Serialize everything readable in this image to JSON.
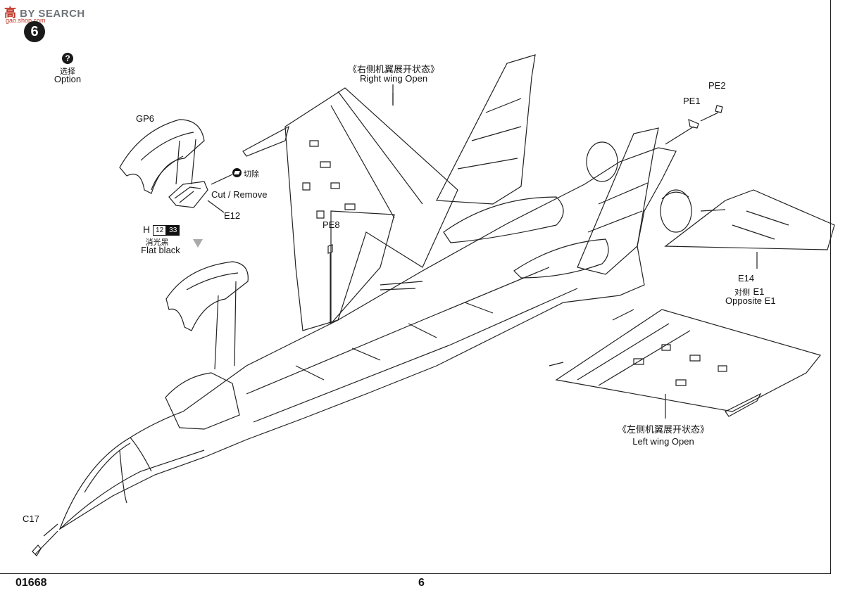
{
  "watermark": {
    "cn": "高",
    "text": "BY SEARCH",
    "sub": "gao.shop.com"
  },
  "step_number": "6",
  "option": {
    "icon": "?",
    "cn": "选择",
    "en": "Option"
  },
  "parts": {
    "gp6": "GP6",
    "e12": "E12",
    "pe8": "PE8",
    "pe1": "PE1",
    "pe2": "PE2",
    "e14": "E14",
    "c17": "C17",
    "opposite_cn": "对侧",
    "opposite_part": "E1",
    "opposite_en": "Opposite E1"
  },
  "cut": {
    "cn": "切除",
    "en": "Cut / Remove"
  },
  "paint": {
    "code": "H",
    "num1": "12",
    "num2": "33",
    "cn": "消光黑",
    "en": "Flat black"
  },
  "right_wing": {
    "cn": "《右侧机翼展开状态》",
    "en": "Right wing Open"
  },
  "left_wing": {
    "cn": "《左侧机翼展开状态》",
    "en": "Left wing Open"
  },
  "footer": {
    "code": "01668",
    "page": "6"
  }
}
